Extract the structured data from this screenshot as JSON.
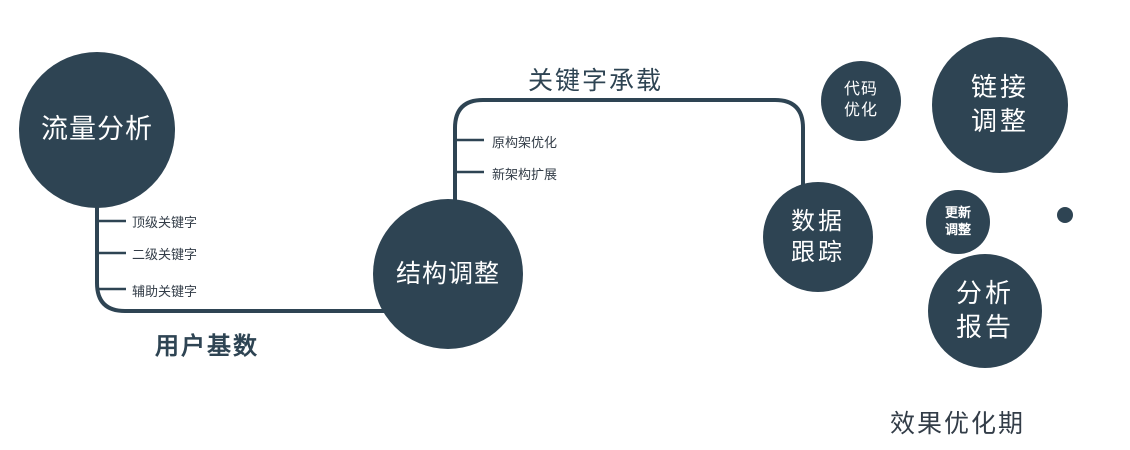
{
  "colors": {
    "primary": "#2e4453",
    "text_dark": "#333d48",
    "background": "#ffffff"
  },
  "diagram": {
    "nodes": {
      "traffic_analysis": {
        "label": "流量分析"
      },
      "structure_adjustment": {
        "label": "结构调整"
      },
      "data_tracking": {
        "lines": [
          "数据",
          "跟踪"
        ]
      },
      "code_optimization": {
        "lines": [
          "代码",
          "优化"
        ]
      },
      "link_adjustment": {
        "lines": [
          "链接",
          "调整"
        ]
      },
      "update_adjustment": {
        "lines": [
          "更新",
          "调整"
        ]
      },
      "analysis_report": {
        "lines": [
          "分析",
          "报告"
        ]
      }
    },
    "edge_labels": {
      "user_base": "用户基数",
      "keyword_load": "关键字承载"
    },
    "branch_labels": {
      "top_keyword": "顶级关键字",
      "secondary_keyword": "二级关键字",
      "auxiliary_keyword": "辅助关键字",
      "original_framework_optimization": "原构架优化",
      "new_framework_expansion": "新架构扩展"
    },
    "caption": "效果优化期"
  }
}
